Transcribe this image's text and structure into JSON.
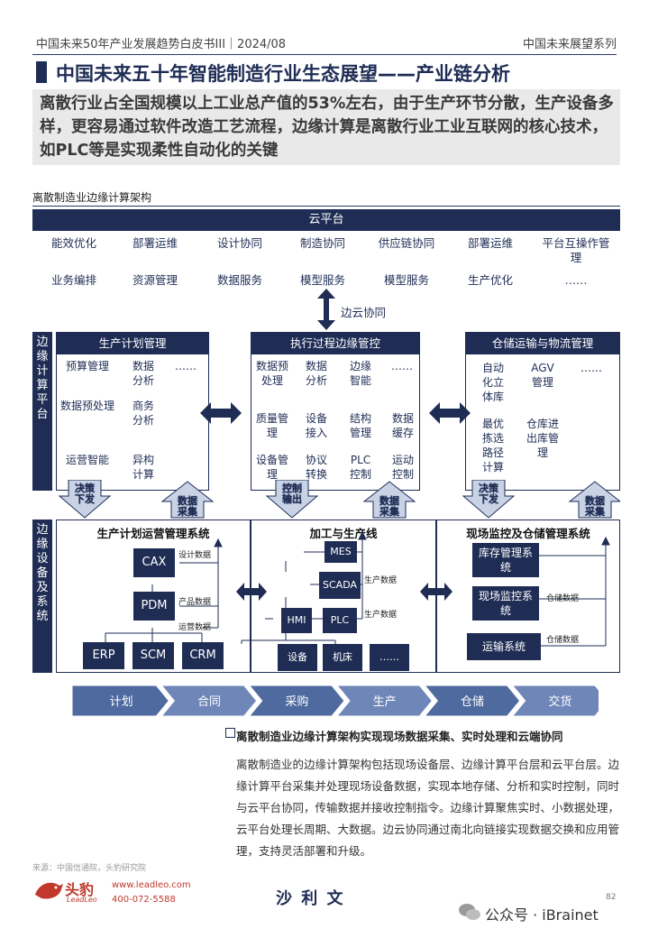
{
  "header": {
    "left": "中国未来50年产业发展趋势白皮书III｜2024/08",
    "right": "中国未来展望系列"
  },
  "title": "中国未来五十年智能制造行业生态展望——产业链分析",
  "summary": "离散行业占全国规模以上工业总产值的53%左右，由于生产环节分散，生产设备多样，更容易通过软件改造工艺流程，边缘计算是离散行业工业互联网的核心技术，如PLC等是实现柔性自动化的关键",
  "diagram_title": "离散制造业边缘计算架构",
  "cloud": {
    "title": "云平台",
    "row1": [
      "能效优化",
      "部署运维",
      "设计协同",
      "制造协同",
      "供应链协同",
      "部署运维",
      "平台互操作管理"
    ],
    "row2": [
      "业务编排",
      "资源管理",
      "数据服务",
      "模型服务",
      "模型服务",
      "生产优化",
      "……"
    ]
  },
  "edge_cloud_label": "边云协同",
  "edge_platform_label": "边缘计算平台",
  "edge_devices_label": "边缘设备及系统",
  "panels": [
    {
      "title": "生产计划管理",
      "items": [
        "预算管理",
        "数据分析",
        "……",
        "数据预处理",
        "商务分析",
        "运营智能",
        "异构计算"
      ]
    },
    {
      "title": "执行过程边缘管控",
      "items": [
        "数据预处理",
        "数据分析",
        "边缘智能",
        "……",
        "质量管理",
        "设备接入",
        "结构管理",
        "数据缓存",
        "设备管理",
        "协议转换",
        "PLC控制",
        "运动控制"
      ]
    },
    {
      "title": "仓储运输与物流管理",
      "items": [
        "自动化立体库",
        "AGV管理",
        "……",
        "最优拣选路径计算",
        "仓库进出库管理"
      ]
    }
  ],
  "updown": [
    {
      "down": "决策下发",
      "up": "数据采集"
    },
    {
      "down": "控制输出",
      "up": "数据采集"
    },
    {
      "down": "决策下发",
      "up": "数据采集"
    }
  ],
  "systems": [
    {
      "title": "生产计划运营管理系统",
      "boxes": [
        "CAX",
        "PDM",
        "ERP",
        "SCM",
        "CRM"
      ],
      "labels": [
        "设计数据",
        "产品数据",
        "运营数据"
      ]
    },
    {
      "title": "加工与生产线",
      "boxes": [
        "MES",
        "SCADA",
        "HMI",
        "PLC",
        "设备",
        "机床",
        "……"
      ],
      "labels": [
        "生产数据",
        "生产数据"
      ]
    },
    {
      "title": "现场监控及仓储管理系统",
      "boxes": [
        "库存管理系统",
        "现场监控系统",
        "运输系统"
      ],
      "labels": [
        "仓储数据",
        "仓储数据"
      ]
    }
  ],
  "flow": [
    "计划",
    "合同",
    "采购",
    "生产",
    "仓储",
    "交货"
  ],
  "note": {
    "title": "离散制造业边缘计算架构实现现场数据采集、实时处理和云端协同",
    "text": "离散制造业的边缘计算架构包括现场设备层、边缘计算平台层和云平台层。边缘计算平台采集并处理现场设备数据，实现本地存储、分析和实时控制，同时与云平台协同，传输数据并接收控制指令。边缘计算聚焦实时、小数据处理，云平台处理长周期、大数据。边云协同通过南北向链接实现数据交换和应用管理，支持灵活部署和升级。"
  },
  "source": "来源：中国信通院，头豹研究院",
  "footer": {
    "brand": "头豹",
    "brand_en": "LeadLeo",
    "url": "www.leadleo.com",
    "phone": "400-072-5588",
    "page": "82",
    "watermark": "公众号 · iBrainet",
    "stamp": "沙 利 文"
  },
  "colors": {
    "navy": "#1f2d55",
    "light": "#c9d3e6",
    "flow": "#5a74a8"
  }
}
